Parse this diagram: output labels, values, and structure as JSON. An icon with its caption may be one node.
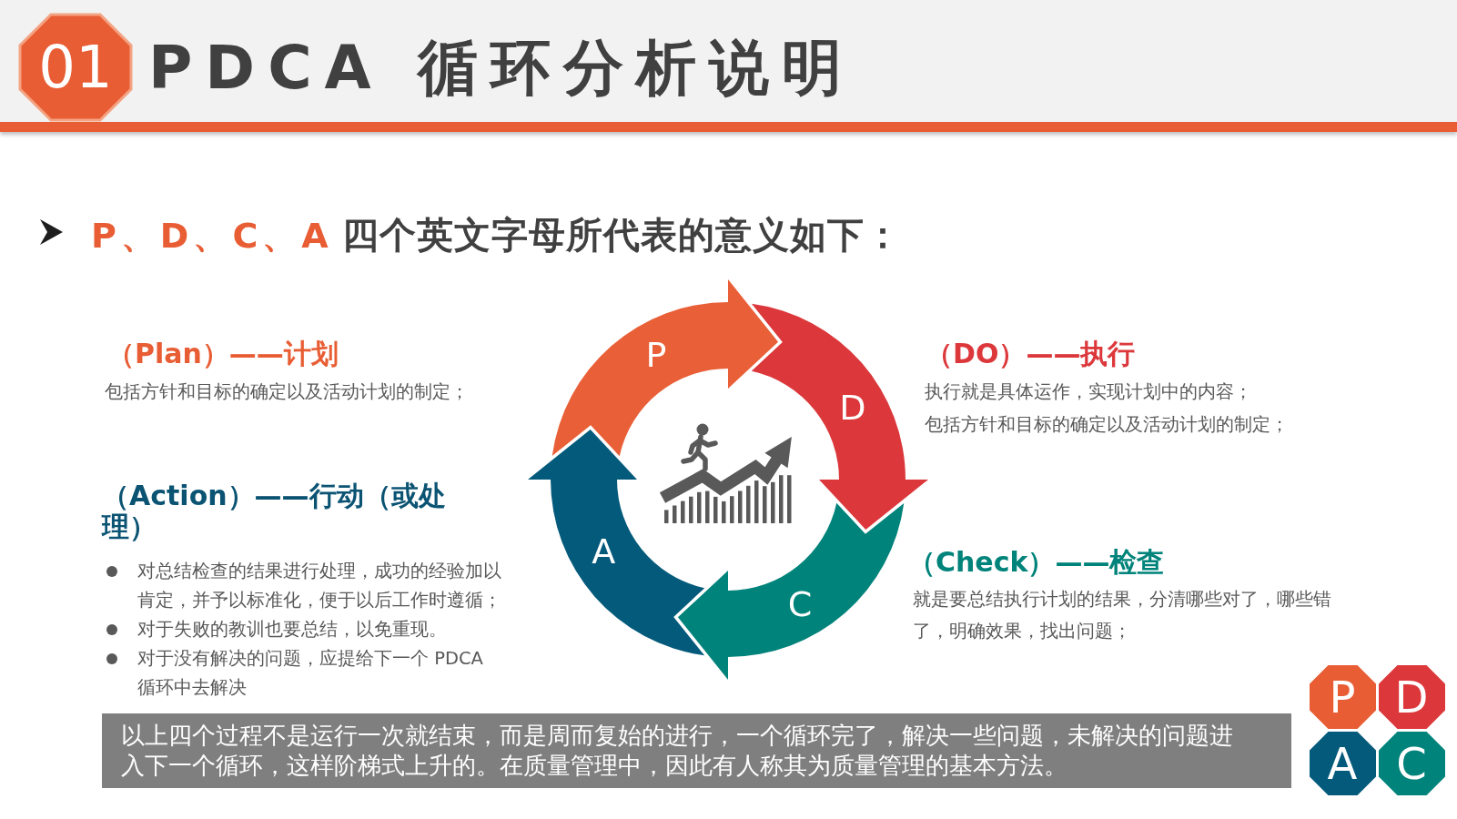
{
  "diagram": {
    "title": "PDCA 循环分析说明",
    "nodes": [
      {
        "text": [
          "01"
        ]
      },
      {
        "text": [
          "P"
        ]
      },
      {
        "text": [
          "D"
        ]
      },
      {
        "text": [
          "C"
        ]
      },
      {
        "text": [
          "A"
        ]
      },
      {
        "text": [
          "以上四个过程不是运行一次就结束，而是周而复始的进行，一个循环完了，解决一些问题，未解决的问题进入下一个循环，这样阶梯式上升的。在质量管理中，因此有人称其为质量管理的基本方法。"
        ]
      },
      {
        "text": [
          "P"
        ]
      },
      {
        "text": [
          "D"
        ]
      },
      {
        "text": [
          "A"
        ]
      },
      {
        "text": [
          "C"
        ]
      }
    ],
    "labels": [
      "P、D、C、A",
      "四个英文字母所代表的意义如下：",
      "（Plan）——计划",
      "包括方针和目标的确定以及活动计划的制定；",
      "（DO）——执行",
      "执行就是具体运作，实现计划中的内容；",
      "包括方针和目标的确定以及活动计划的制定；",
      "（Action）——行动（或处理）",
      "对总结检查的结果进行处理，成功的经验加以肯定，并予以标准化，便于以后工作时遵循；",
      "对于失败的教训也要总结，以免重现。",
      "对于没有解决的问题，应提给下一个 PDCA 循环中去解决",
      "（Check）——检查",
      "就是要总结执行计划的结果，分清哪些对了，哪些错了，明确效果，找出问题；"
    ]
  }
}
